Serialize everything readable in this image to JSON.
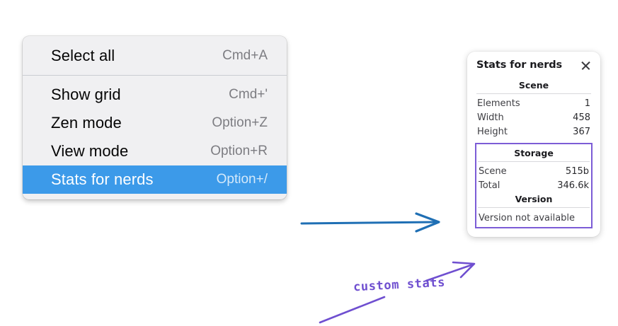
{
  "context_menu": {
    "groups": [
      {
        "items": [
          {
            "label": "Select all",
            "shortcut": "Cmd+A",
            "selected": false
          }
        ]
      },
      {
        "items": [
          {
            "label": "Show grid",
            "shortcut": "Cmd+'",
            "selected": false
          },
          {
            "label": "Zen mode",
            "shortcut": "Option+Z",
            "selected": false
          },
          {
            "label": "View mode",
            "shortcut": "Option+R",
            "selected": false
          },
          {
            "label": "Stats for nerds",
            "shortcut": "Option+/",
            "selected": true
          }
        ]
      }
    ],
    "highlight_color": "#3c9ae9"
  },
  "stats_panel": {
    "title": "Stats for nerds",
    "close_icon": "close-icon",
    "scene": {
      "heading": "Scene",
      "rows": [
        {
          "label": "Elements",
          "value": "1"
        },
        {
          "label": "Width",
          "value": "458"
        },
        {
          "label": "Height",
          "value": "367"
        }
      ]
    },
    "storage": {
      "heading": "Storage",
      "rows": [
        {
          "label": "Scene",
          "value": "515b"
        },
        {
          "label": "Total",
          "value": "346.6k"
        }
      ]
    },
    "version": {
      "heading": "Version",
      "note": "Version not available"
    },
    "highlight_color": "#7c5cd6"
  },
  "annotations": {
    "blue_arrow_color": "#1f6fb4",
    "purple_color": "#6f4fd0",
    "label": "custom stats"
  }
}
